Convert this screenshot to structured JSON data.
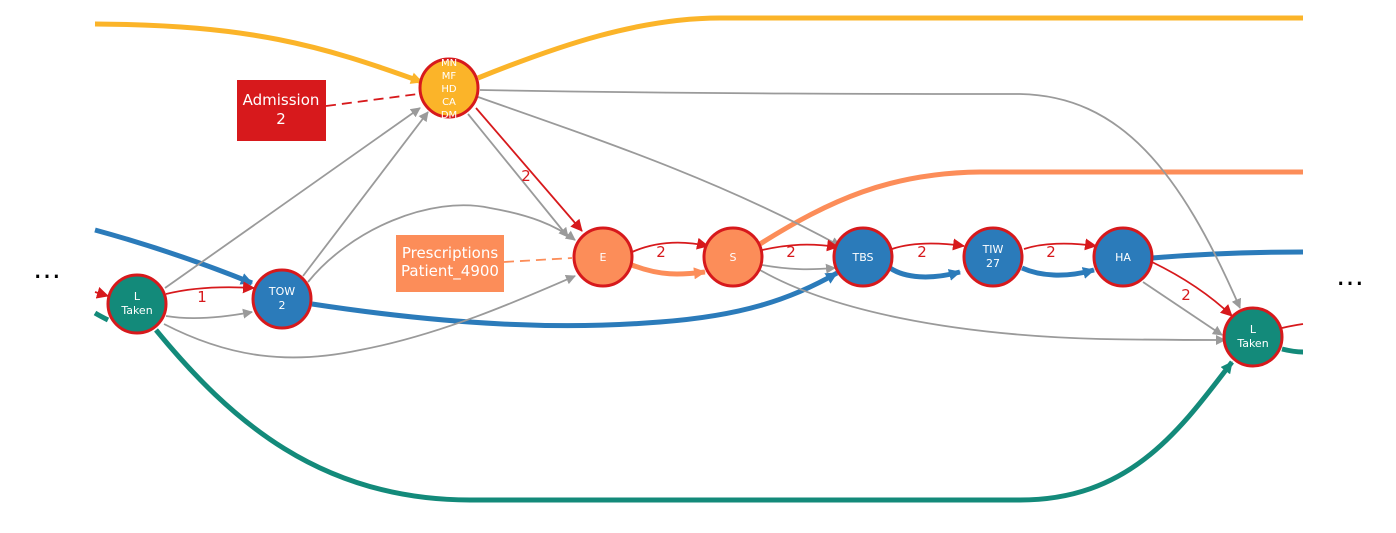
{
  "colors": {
    "admission": "#fbb429",
    "prescription": "#fc8d59",
    "blue": "#2b7bba",
    "teal": "#138a7a",
    "red": "#d7191c",
    "gray": "#9a9a9a"
  },
  "nodes": {
    "l_taken_left": {
      "lines": [
        "L",
        "Taken"
      ]
    },
    "tow2": {
      "lines": [
        "TOW",
        "2"
      ]
    },
    "admission": {
      "lines": [
        "MN",
        "MF",
        "HD",
        "CA",
        "DM"
      ]
    },
    "e": {
      "lines": [
        "E"
      ]
    },
    "s": {
      "lines": [
        "S"
      ]
    },
    "tbs": {
      "lines": [
        "TBS"
      ]
    },
    "tiw27": {
      "lines": [
        "TIW",
        "27"
      ]
    },
    "ha": {
      "lines": [
        "HA"
      ]
    },
    "l_taken_right": {
      "lines": [
        "L",
        "Taken"
      ]
    }
  },
  "labels": {
    "admission_box": [
      "Admission",
      "2"
    ],
    "prescriptions_box": [
      "Prescriptions",
      "Patient_4900"
    ]
  },
  "edge_labels": {
    "ltaken_tow": "1",
    "adm_e": "2",
    "e_s": "2",
    "s_tbs": "2",
    "tbs_tiw": "2",
    "tiw_ha": "2",
    "ha_ltaken": "2"
  },
  "ellipsis": {
    "left": "…",
    "right": "…"
  }
}
